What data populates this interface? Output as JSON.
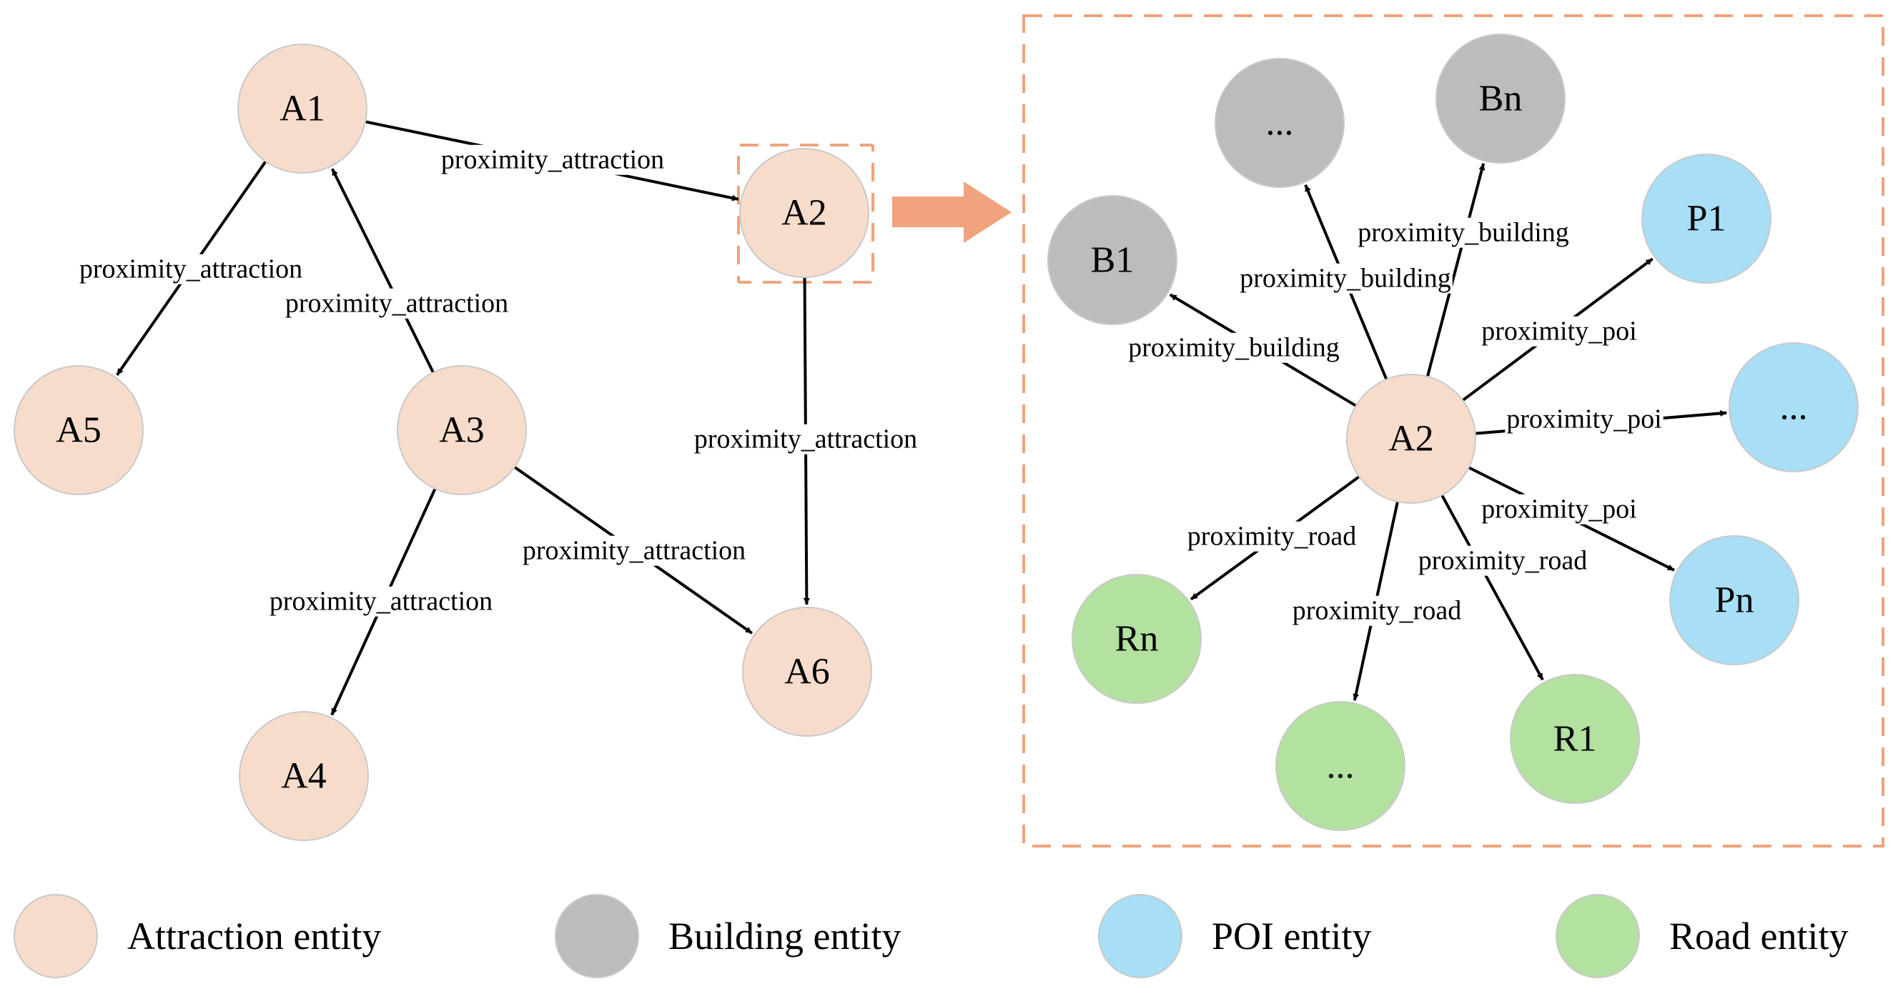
{
  "colors": {
    "attraction": "#f8dccb",
    "building": "#bcbcbc",
    "poi": "#a8def6",
    "road": "#b3e19f",
    "highlight": "#f0a37c"
  },
  "left_graph": {
    "nodes": [
      {
        "id": "A1",
        "label": "A1",
        "type": "attraction"
      },
      {
        "id": "A2",
        "label": "A2",
        "type": "attraction"
      },
      {
        "id": "A3",
        "label": "A3",
        "type": "attraction"
      },
      {
        "id": "A4",
        "label": "A4",
        "type": "attraction"
      },
      {
        "id": "A5",
        "label": "A5",
        "type": "attraction"
      },
      {
        "id": "A6",
        "label": "A6",
        "type": "attraction"
      }
    ],
    "edges": [
      {
        "from": "A1",
        "to": "A2",
        "label": "proximity_attraction"
      },
      {
        "from": "A1",
        "to": "A5",
        "label": "proximity_attraction"
      },
      {
        "from": "A3",
        "to": "A1",
        "label": "proximity_attraction"
      },
      {
        "from": "A3",
        "to": "A4",
        "label": "proximity_attraction"
      },
      {
        "from": "A3",
        "to": "A6",
        "label": "proximity_attraction"
      },
      {
        "from": "A2",
        "to": "A6",
        "label": "proximity_attraction"
      }
    ]
  },
  "right_graph": {
    "center": {
      "id": "A2c",
      "label": "A2",
      "type": "attraction"
    },
    "nodes": [
      {
        "id": "Bdots",
        "label": "...",
        "type": "building"
      },
      {
        "id": "Bn",
        "label": "Bn",
        "type": "building"
      },
      {
        "id": "B1",
        "label": "B1",
        "type": "building"
      },
      {
        "id": "P1",
        "label": "P1",
        "type": "poi"
      },
      {
        "id": "Pdots",
        "label": "...",
        "type": "poi"
      },
      {
        "id": "Pn",
        "label": "Pn",
        "type": "poi"
      },
      {
        "id": "Rn",
        "label": "Rn",
        "type": "road"
      },
      {
        "id": "Rdots",
        "label": "...",
        "type": "road"
      },
      {
        "id": "R1",
        "label": "R1",
        "type": "road"
      }
    ],
    "edges": [
      {
        "from": "A2c",
        "to": "Bdots",
        "label": "proximity_building"
      },
      {
        "from": "A2c",
        "to": "Bn",
        "label": "proximity_building"
      },
      {
        "from": "A2c",
        "to": "B1",
        "label": "proximity_building"
      },
      {
        "from": "A2c",
        "to": "P1",
        "label": "proximity_poi"
      },
      {
        "from": "A2c",
        "to": "Pdots",
        "label": "proximity_poi"
      },
      {
        "from": "A2c",
        "to": "Pn",
        "label": "proximity_poi"
      },
      {
        "from": "A2c",
        "to": "Rn",
        "label": "proximity_road"
      },
      {
        "from": "A2c",
        "to": "Rdots",
        "label": "proximity_road"
      },
      {
        "from": "A2c",
        "to": "R1",
        "label": "proximity_road"
      }
    ]
  },
  "legend": [
    {
      "label": "Attraction entity",
      "type": "attraction"
    },
    {
      "label": "Building entity",
      "type": "building"
    },
    {
      "label": "POI entity",
      "type": "poi"
    },
    {
      "label": "Road entity",
      "type": "road"
    }
  ]
}
